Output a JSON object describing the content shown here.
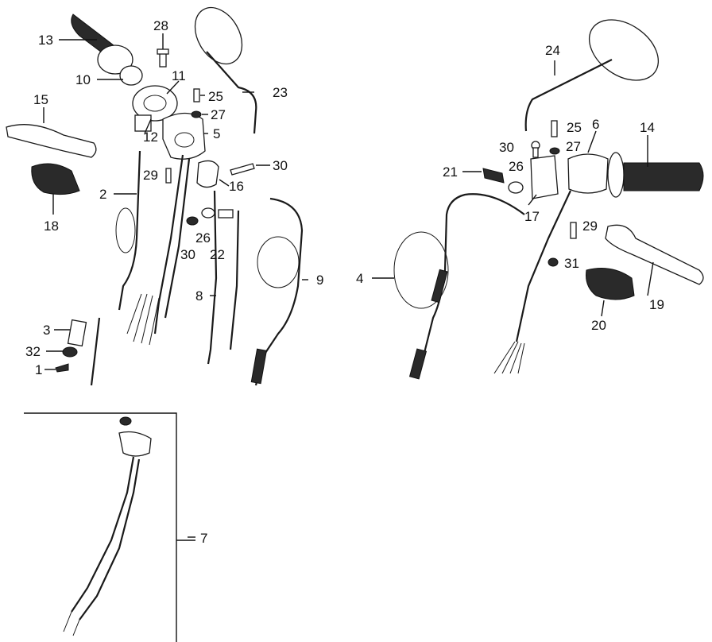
{
  "callouts": {
    "c1": "1",
    "c2": "2",
    "c3": "3",
    "c4": "4",
    "c5": "5",
    "c6": "6",
    "c7": "7",
    "c8": "8",
    "c9": "9",
    "c10": "10",
    "c11": "11",
    "c12": "12",
    "c13": "13",
    "c14": "14",
    "c15": "15",
    "c16": "16",
    "c17": "17",
    "c18": "18",
    "c19": "19",
    "c20": "20",
    "c21": "21",
    "c22": "22",
    "c23": "23",
    "c24": "24",
    "c25a": "25",
    "c25b": "25",
    "c26a": "26",
    "c26b": "26",
    "c27a": "27",
    "c27b": "27",
    "c28": "28",
    "c29a": "29",
    "c29b": "29",
    "c30a": "30",
    "c30b": "30",
    "c30c": "30",
    "c31": "31",
    "c32": "32"
  }
}
